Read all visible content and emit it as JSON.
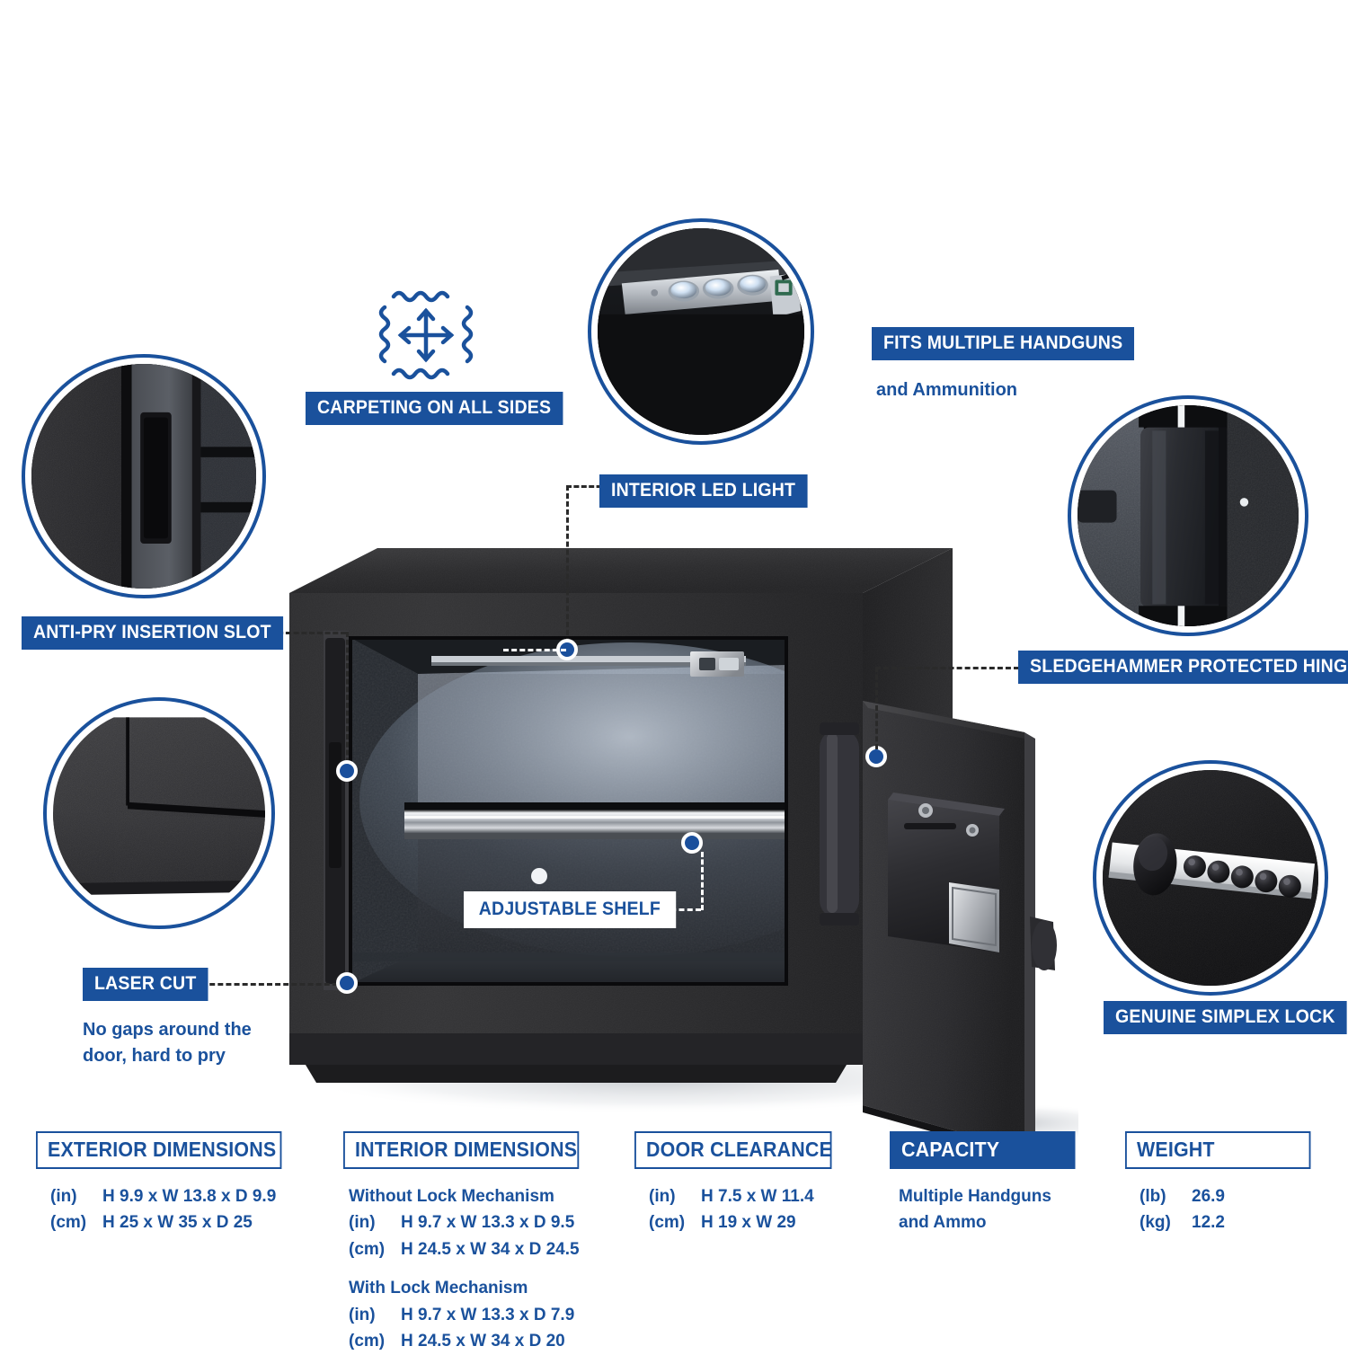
{
  "product": {
    "type": "handgun-safe-infographic"
  },
  "brand": {
    "blue": "#1a519c",
    "blue_dark": "#174a8f",
    "white": "#ffffff"
  },
  "callouts": [
    {
      "id": "carpeting",
      "label": "CARPETING ON ALL SIDES",
      "style": "filled",
      "icon": "carpet-fabric-icon"
    },
    {
      "id": "led",
      "label": "INTERIOR LED LIGHT",
      "style": "filled"
    },
    {
      "id": "handguns",
      "label": "FITS MULTIPLE  HANDGUNS",
      "style": "filled",
      "sub": "and Ammunition"
    },
    {
      "id": "antipry",
      "label": "ANTI-PRY INSERTION SLOT",
      "style": "filled"
    },
    {
      "id": "hinge",
      "label": "SLEDGEHAMMER PROTECTED HINGE",
      "style": "filled"
    },
    {
      "id": "shelf",
      "label": "ADJUSTABLE SHELF",
      "style": "light"
    },
    {
      "id": "lasercut",
      "label": "LASER CUT",
      "style": "filled",
      "sub": "No gaps around the\ndoor, hard to pry"
    },
    {
      "id": "simplex",
      "label": "GENUINE SIMPLEX LOCK",
      "style": "filled"
    }
  ],
  "photo_circles": [
    {
      "id": "anti-pry-photo",
      "alt": "close-up of anti-pry insertion slot on safe door edge"
    },
    {
      "id": "led-photo",
      "alt": "close-up of interior LED light bar with three lamps"
    },
    {
      "id": "hinge-photo",
      "alt": "close-up of sledgehammer protected hinge"
    },
    {
      "id": "laser-cut-photo",
      "alt": "close-up of laser cut corner with no gaps"
    },
    {
      "id": "simplex-photo",
      "alt": "close-up of genuine Simplex pushbutton lock"
    }
  ],
  "specs": [
    {
      "id": "exterior-dimensions",
      "title": "EXTERIOR DIMENSIONS",
      "filled": false,
      "groups": [
        {
          "subtitle": "",
          "rows": [
            {
              "unit": "(in)",
              "value": "H 9.9 x W 13.8  x D 9.9"
            },
            {
              "unit": "(cm)",
              "value": "H 25 x W 35 x D 25"
            }
          ]
        }
      ]
    },
    {
      "id": "interior-dimensions",
      "title": "INTERIOR DIMENSIONS",
      "filled": false,
      "groups": [
        {
          "subtitle": "Without Lock Mechanism",
          "rows": [
            {
              "unit": "(in)",
              "value": "H 9.7 x W 13.3 x D 9.5"
            },
            {
              "unit": "(cm)",
              "value": "H 24.5 x W 34 x D 24.5"
            }
          ]
        },
        {
          "subtitle": "With Lock Mechanism",
          "rows": [
            {
              "unit": "(in)",
              "value": "H 9.7 x W 13.3 x D 7.9"
            },
            {
              "unit": "(cm)",
              "value": "H 24.5 x W 34 x D 20"
            }
          ]
        }
      ]
    },
    {
      "id": "door-clearance",
      "title": "DOOR CLEARANCE",
      "filled": false,
      "groups": [
        {
          "subtitle": "",
          "rows": [
            {
              "unit": "(in)",
              "value": "H 7.5 x W 11.4"
            },
            {
              "unit": "(cm)",
              "value": "H 19 x W 29"
            }
          ]
        }
      ]
    },
    {
      "id": "capacity",
      "title": "CAPACITY",
      "filled": true,
      "groups": [
        {
          "subtitle": "",
          "rows": [
            {
              "unit": "",
              "value": "Multiple Handguns"
            },
            {
              "unit": "",
              "value": "and Ammo"
            }
          ]
        }
      ]
    },
    {
      "id": "weight",
      "title": "WEIGHT",
      "filled": false,
      "groups": [
        {
          "subtitle": "",
          "rows": [
            {
              "unit": "(lb)",
              "value": "26.9"
            },
            {
              "unit": "(kg)",
              "value": "12.2"
            }
          ]
        }
      ]
    }
  ]
}
